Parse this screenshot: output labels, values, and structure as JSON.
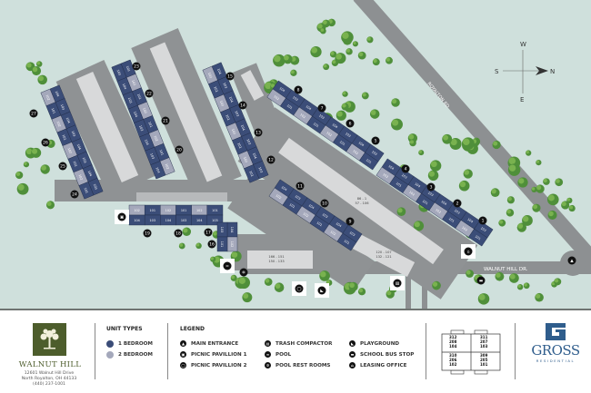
{
  "compass": {
    "north": "N",
    "south": "S",
    "east": "E",
    "west": "W"
  },
  "roads": {
    "royalton": "ROYALTON RD",
    "walnut_hill": "WALNUT HILL DR."
  },
  "building_rows": [
    {
      "id": "row-27-24",
      "markers": [
        "27",
        "26",
        "25",
        "24"
      ],
      "units": [
        [
          "104",
          "102"
        ],
        [
          "103",
          "101"
        ],
        [
          "104",
          "102"
        ],
        [
          "103",
          "101"
        ],
        [
          "104",
          "102"
        ],
        [
          "103",
          "101"
        ],
        [
          "104",
          "102"
        ],
        [
          "103",
          "101"
        ]
      ]
    },
    {
      "id": "row-23-20",
      "markers": [
        "23",
        "22",
        "21",
        "20"
      ],
      "units": [
        [
          "101",
          "103"
        ],
        [
          "102",
          "104"
        ],
        [
          "101",
          "103"
        ],
        [
          "102",
          "104"
        ],
        [
          "101",
          "103"
        ],
        [
          "102",
          "104"
        ],
        [
          "101",
          "103"
        ],
        [
          "102",
          "104"
        ]
      ]
    },
    {
      "id": "row-15-12",
      "markers": [
        "15",
        "14",
        "13",
        "12"
      ],
      "units": [
        [
          "104",
          "102"
        ],
        [
          "103",
          "101"
        ],
        [
          "104",
          "102"
        ],
        [
          "103",
          "101"
        ],
        [
          "104",
          "102"
        ],
        [
          "103",
          "101"
        ],
        [
          "104",
          "102"
        ],
        [
          "103",
          "101"
        ]
      ]
    },
    {
      "id": "row-8-5",
      "markers": [
        "8",
        "7",
        "6",
        "5"
      ],
      "units": [
        [
          "104",
          "102"
        ],
        [
          "103",
          "101"
        ],
        [
          "104",
          "102"
        ],
        [
          "103",
          "101"
        ],
        [
          "104",
          "102"
        ],
        [
          "103",
          "101"
        ],
        [
          "104",
          "102"
        ],
        [
          "103",
          "101"
        ]
      ]
    },
    {
      "id": "row-4-1",
      "markers": [
        "4",
        "3",
        "2",
        "1"
      ],
      "units": [
        [
          "104",
          "102"
        ],
        [
          "103",
          "101"
        ],
        [
          "104",
          "102"
        ],
        [
          "103",
          "101"
        ],
        [
          "104",
          "102"
        ],
        [
          "103",
          "101"
        ],
        [
          "104",
          "102"
        ],
        [
          "103",
          "101"
        ]
      ]
    },
    {
      "id": "row-11-9",
      "markers": [
        "11",
        "10",
        "9"
      ],
      "units": [
        [
          "104",
          "102"
        ],
        [
          "103",
          "101"
        ],
        [
          "104",
          "102"
        ],
        [
          "103",
          "101"
        ],
        [
          "104",
          "102"
        ],
        [
          "103",
          "101"
        ]
      ]
    },
    {
      "id": "row-19-17",
      "markers": [
        "19",
        "18",
        "17"
      ],
      "units": [
        [
          "102",
          "104"
        ],
        [
          "101",
          "103"
        ],
        [
          "102",
          "104"
        ],
        [
          "101",
          "103"
        ],
        [
          "102",
          "104"
        ],
        [
          "101",
          "103"
        ]
      ]
    },
    {
      "id": "row-16",
      "markers": [
        "16"
      ],
      "units": [
        [
          "104",
          "103"
        ],
        [
          "102",
          "101"
        ]
      ]
    }
  ],
  "two_bedroom_label": "102",
  "garages": [
    {
      "id": "garage-center",
      "lines": [
        "86 - 1",
        "57 - 106"
      ]
    },
    {
      "id": "garage-south",
      "lines": [
        "120 - 107",
        "132 - 121"
      ]
    },
    {
      "id": "garage-pool",
      "lines": [
        "166 - 151",
        "150 - 133"
      ]
    }
  ],
  "colors": {
    "one_bedroom": "#3b4d78",
    "two_bedroom": "#a4a8bb",
    "grass": "#cfe0dc",
    "road": "#8d9092",
    "garage": "#d8d9da",
    "brand_green": "#4d5d2c",
    "gross_blue": "#2f5d8c"
  },
  "brand": {
    "name": "WALNUT HILL",
    "address": [
      "12601 Walnut Hill Drive",
      "North Royalton, OH 44133",
      "(440) 237-1001"
    ]
  },
  "unit_types": {
    "title": "UNIT TYPES",
    "items": [
      "1 BEDROOM",
      "2 BEDROOM"
    ]
  },
  "legend": {
    "title": "LEGEND",
    "items": [
      {
        "label": "MAIN ENTRANCE",
        "icon": "entrance-icon",
        "glyph": "▲"
      },
      {
        "label": "PICNIC PAVILLION 1",
        "icon": "picnic-pavilion-1-icon",
        "glyph": "▣"
      },
      {
        "label": "PICNIC PAVILLION 2",
        "icon": "picnic-pavilion-2-icon",
        "glyph": "◯"
      },
      {
        "label": "TRASH COMPACTOR",
        "icon": "trash-compactor-icon",
        "glyph": "▤"
      },
      {
        "label": "POOL",
        "icon": "pool-icon",
        "glyph": "≈"
      },
      {
        "label": "POOL REST ROOMS",
        "icon": "restroom-icon",
        "glyph": "✲"
      },
      {
        "label": "PLAYGROUND",
        "icon": "playground-icon",
        "glyph": "◣"
      },
      {
        "label": "SCHOOL BUS STOP",
        "icon": "bus-stop-icon",
        "glyph": "▬"
      },
      {
        "label": "LEASING OFFICE",
        "icon": "leasing-office-icon",
        "glyph": "⌂"
      }
    ]
  },
  "unit_diagram": {
    "cells": [
      [
        "312",
        "208",
        "104"
      ],
      [
        "311",
        "207",
        "103"
      ],
      [
        "310",
        "206",
        "102"
      ],
      [
        "309",
        "205",
        "101"
      ]
    ]
  },
  "company": {
    "name": "GROSS",
    "tagline": "RESIDENTIAL"
  }
}
